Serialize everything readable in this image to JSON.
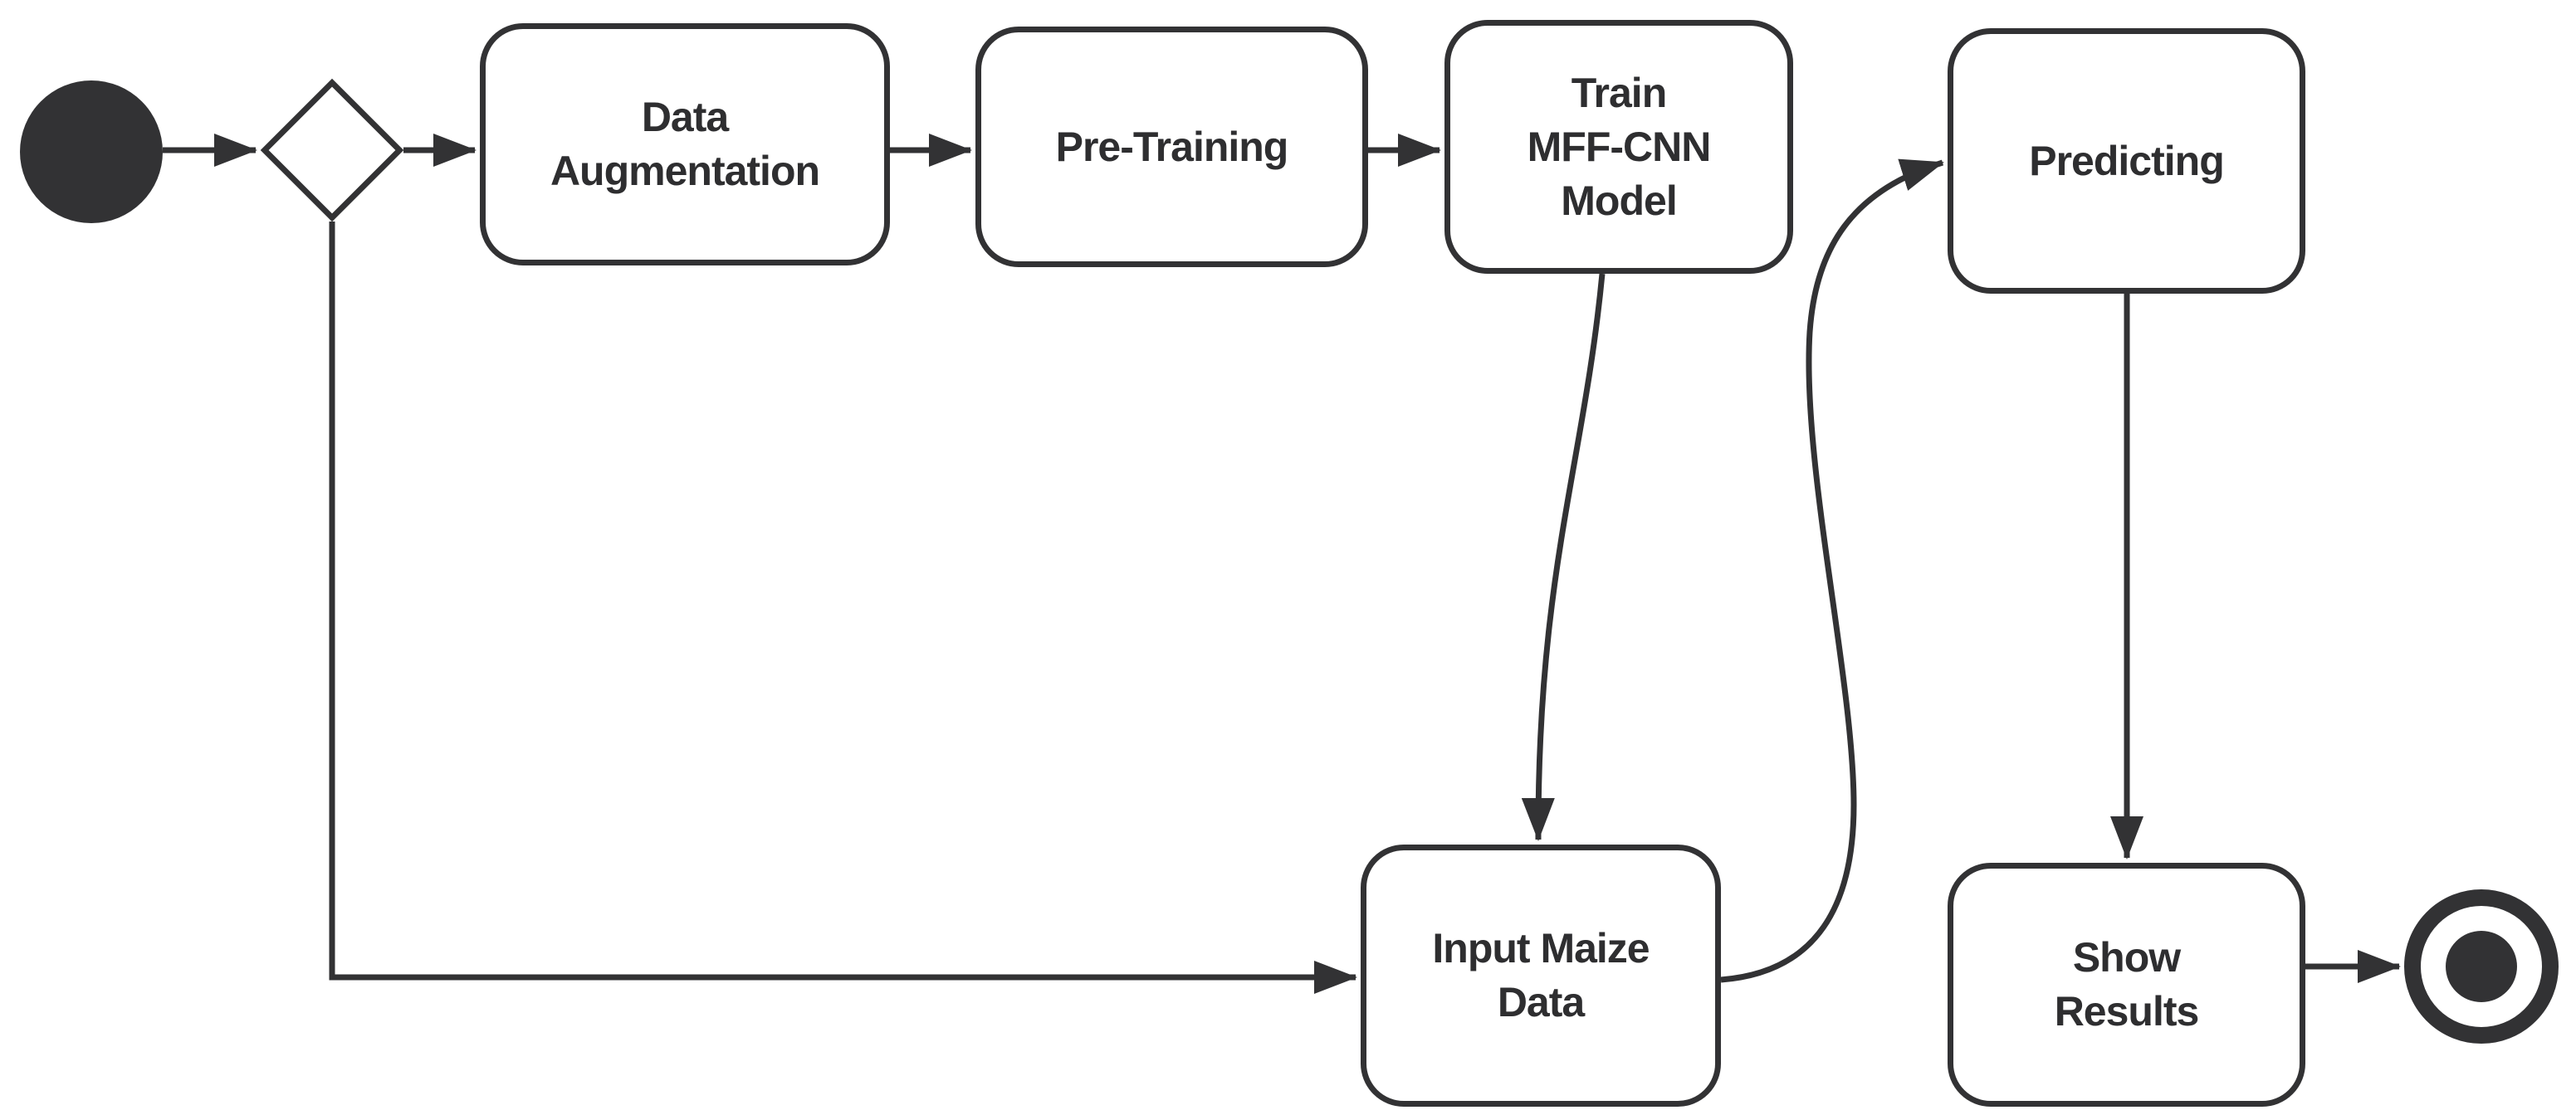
{
  "diagram": {
    "type": "activity-flowchart",
    "background": "#ffffff",
    "colors": {
      "stroke": "#323234",
      "text": "#2e2e30",
      "node_fill": "#ffffff"
    },
    "nodes": {
      "start": {
        "type": "initial-node"
      },
      "decision": {
        "type": "decision-diamond"
      },
      "data_augmentation": {
        "type": "activity",
        "label": "Data\nAugmentation"
      },
      "pre_training": {
        "type": "activity",
        "label": "Pre-Training"
      },
      "train_mff_cnn": {
        "type": "activity",
        "label": "Train\nMFF-CNN\nModel"
      },
      "predicting": {
        "type": "activity",
        "label": "Predicting"
      },
      "input_maize_data": {
        "type": "activity",
        "label": "Input Maize\nData"
      },
      "show_results": {
        "type": "activity",
        "label": "Show\nResults"
      },
      "end": {
        "type": "final-node"
      }
    },
    "edges": [
      {
        "from": "start",
        "to": "decision",
        "style": "straight-arrow"
      },
      {
        "from": "decision",
        "to": "data_augmentation",
        "style": "straight-arrow"
      },
      {
        "from": "data_augmentation",
        "to": "pre_training",
        "style": "straight-arrow"
      },
      {
        "from": "pre_training",
        "to": "train_mff_cnn",
        "style": "straight-arrow"
      },
      {
        "from": "train_mff_cnn",
        "to": "input_maize_data",
        "style": "curved-arrow"
      },
      {
        "from": "decision",
        "to": "input_maize_data",
        "style": "elbow-arrow"
      },
      {
        "from": "input_maize_data",
        "to": "predicting",
        "style": "s-curve-arrow"
      },
      {
        "from": "predicting",
        "to": "show_results",
        "style": "straight-arrow"
      },
      {
        "from": "show_results",
        "to": "end",
        "style": "straight-arrow"
      }
    ]
  }
}
